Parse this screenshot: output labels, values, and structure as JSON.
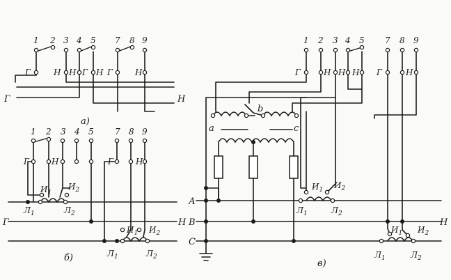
{
  "diagram_a": {
    "terminals": [
      "1",
      "2",
      "3",
      "4",
      "5",
      "7",
      "8",
      "9"
    ],
    "marks": [
      "Г",
      "Н",
      "Н",
      "Г",
      "Н",
      "Г",
      "Н"
    ],
    "line_left": "Г",
    "line_right": "Н",
    "caption": "а)"
  },
  "diagram_b": {
    "terminals": [
      "1",
      "2",
      "3",
      "4",
      "5",
      "7",
      "8",
      "9"
    ],
    "marks": [
      "Г",
      "Н",
      "Г",
      "Н"
    ],
    "coil1": [
      "И",
      "1",
      "И",
      "2"
    ],
    "coil2": [
      "И",
      "1",
      "И",
      "2"
    ],
    "line_left": "Г",
    "line_right": "Н",
    "labels": [
      "Л",
      "1",
      "Л",
      "2"
    ],
    "labels2": [
      "Л",
      "1",
      "Л",
      "2"
    ],
    "caption": "б)"
  },
  "diagram_c": {
    "terminals": [
      "1",
      "2",
      "3",
      "4",
      "5",
      "7",
      "8",
      "9"
    ],
    "marks": [
      "Г",
      "Н",
      "Н",
      "Н",
      "Г",
      "Н"
    ],
    "phase_labels": [
      "а",
      "b",
      "с"
    ],
    "buses": [
      "А",
      "В",
      "С"
    ],
    "bus_right": "Н",
    "coil1": [
      "И",
      "1",
      "И",
      "2"
    ],
    "coil2": [
      "И",
      "1",
      "И",
      "2"
    ],
    "labels1": [
      "Л",
      "1",
      "Л",
      "2"
    ],
    "labels2": [
      "Л",
      "1",
      "Л",
      "2"
    ],
    "caption": "в)"
  }
}
